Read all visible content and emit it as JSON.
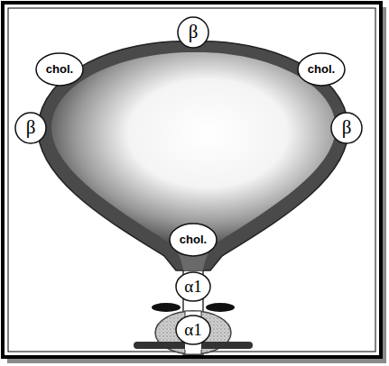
{
  "diagram": {
    "nodes": [
      {
        "text": [
          "β"
        ]
      },
      {
        "text": [
          "chol."
        ]
      },
      {
        "text": [
          "chol."
        ]
      },
      {
        "text": [
          "β"
        ]
      },
      {
        "text": [
          "β"
        ]
      },
      {
        "text": [
          "chol."
        ]
      },
      {
        "text": [
          "α1"
        ]
      },
      {
        "text": [
          "α1"
        ]
      }
    ]
  }
}
